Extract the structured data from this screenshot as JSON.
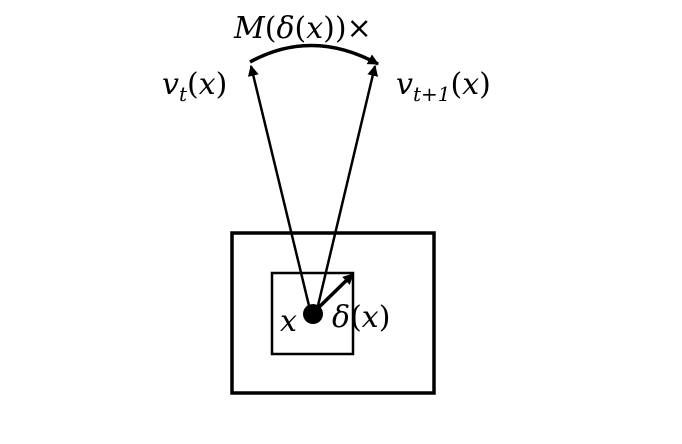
{
  "diagram": {
    "operator_label": {
      "func": "M",
      "lparen": "(",
      "delta": "δ",
      "inner_lparen": "(",
      "var": "x",
      "inner_rparen": ")",
      "rparen": ")",
      "times": "×"
    },
    "left_vector_label": {
      "name": "v",
      "subscript": "t",
      "lparen": "(",
      "var": "x",
      "rparen": ")"
    },
    "right_vector_label": {
      "name": "v",
      "subscript": "t+1",
      "lparen": "(",
      "var": "x",
      "rparen": ")"
    },
    "point_label": "x",
    "offset_label": {
      "delta": "δ",
      "lparen": "(",
      "var": "x",
      "rparen": ")"
    },
    "colors": {
      "stroke": "#000000",
      "background": "#ffffff"
    }
  }
}
